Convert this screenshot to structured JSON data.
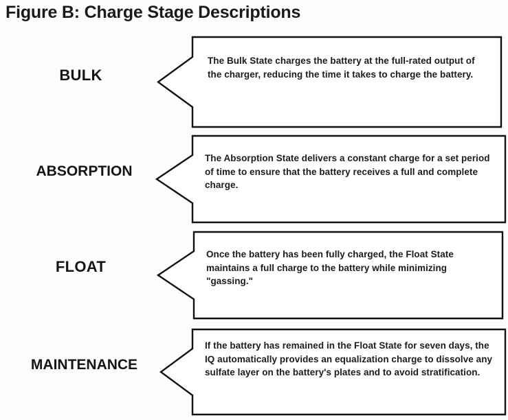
{
  "figure": {
    "title": "Figure B: Charge Stage Descriptions",
    "line_color": "#111111",
    "text_color": "#1c1c1c",
    "background_color": "#ffffff"
  },
  "stages": [
    {
      "label": "BULK",
      "description": "The Bulk State charges the battery at the full-rated output of the charger, reducing the time it takes to charge the battery."
    },
    {
      "label": "ABSORPTION",
      "description": "The Absorption State delivers a constant charge for a set period of time to ensure that the battery receives a full and complete charge."
    },
    {
      "label": "FLOAT",
      "description": "Once the battery has been fully charged, the Float State maintains a full charge to the battery while minimizing \"gassing.\""
    },
    {
      "label": "MAINTENANCE",
      "description": "If the battery has remained in the Float State for seven days, the IQ automatically provides an equalization charge to dissolve any sulfate layer on the battery's plates and to avoid stratification."
    }
  ]
}
